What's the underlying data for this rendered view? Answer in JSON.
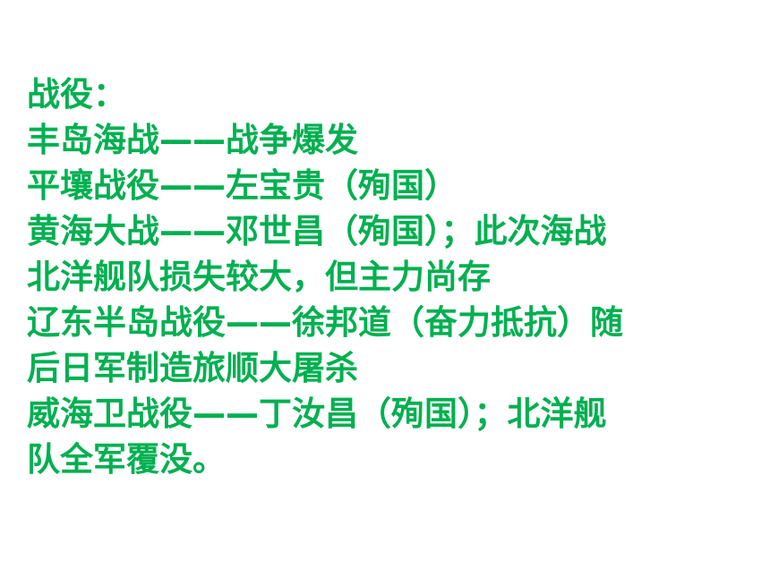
{
  "slide": {
    "text_color": "#00b050",
    "background": "#ffffff",
    "lines": [
      "战役：",
      "丰岛海战——战争爆发",
      "平壤战役——左宝贵（殉国）",
      "黄海大战——邓世昌（殉国）；此次海战",
      "北洋舰队损失较大，但主力尚存",
      "辽东半岛战役——徐邦道（奋力抵抗）随",
      "后日军制造旅顺大屠杀",
      "威海卫战役——丁汝昌（殉国）；北洋舰",
      "队全军覆没。"
    ]
  }
}
